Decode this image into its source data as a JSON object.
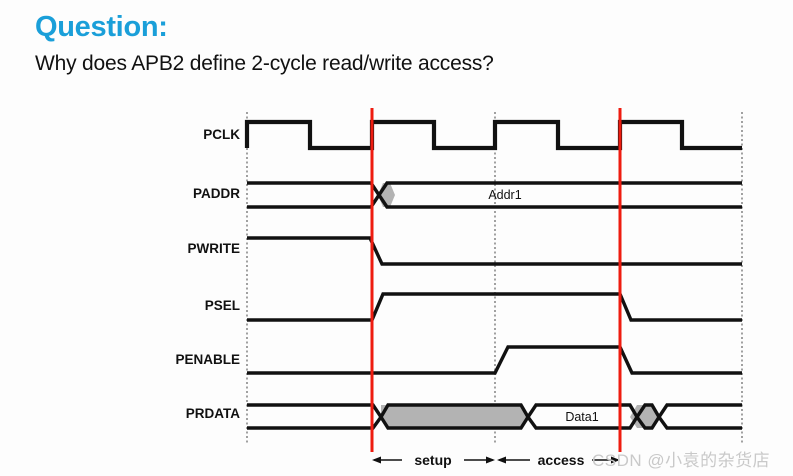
{
  "header": {
    "question_label": "Question:",
    "question_text": "Why does APB2 define 2-cycle read/write access?",
    "accent_color": "#1a9fd9"
  },
  "watermark": {
    "text": "CSDN @小袁的杂货店",
    "color": "#c9c9c9"
  },
  "diagram": {
    "type": "timing-waveform",
    "protocol": "APB2",
    "signals": [
      {
        "name": "PCLK",
        "label": "PCLK",
        "kind": "clock"
      },
      {
        "name": "PADDR",
        "label": "PADDR",
        "kind": "bus",
        "value": "Addr1"
      },
      {
        "name": "PWRITE",
        "label": "PWRITE",
        "kind": "logic"
      },
      {
        "name": "PSEL",
        "label": "PSEL",
        "kind": "logic"
      },
      {
        "name": "PENABLE",
        "label": "PENABLE",
        "kind": "logic"
      },
      {
        "name": "PRDATA",
        "label": "PRDATA",
        "kind": "bus",
        "value": "Data1"
      }
    ],
    "bus_values": {
      "paddr": "Addr1",
      "prdata": "Data1"
    },
    "phases": [
      {
        "name": "setup",
        "label": "setup"
      },
      {
        "name": "access",
        "label": "access"
      }
    ],
    "marker_color": "#ee1c10",
    "gridline_color": "#8a8a8a",
    "undefined_fill": "#b3b3b3",
    "wave_color": "#111111"
  }
}
